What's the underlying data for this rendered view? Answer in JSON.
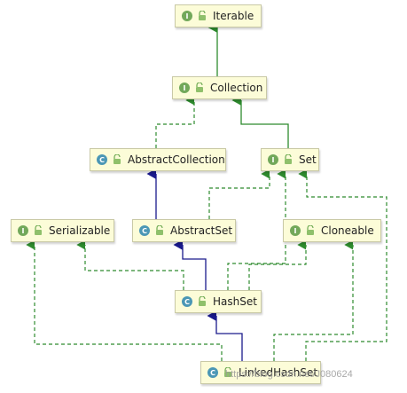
{
  "nodes": {
    "iterable": {
      "label": "Iterable",
      "kind": "I",
      "icon": "interface-icon"
    },
    "collection": {
      "label": "Collection",
      "kind": "I",
      "icon": "interface-icon"
    },
    "abstract_collection": {
      "label": "AbstractCollection",
      "kind": "C",
      "icon": "class-icon"
    },
    "set": {
      "label": "Set",
      "kind": "I",
      "icon": "interface-icon"
    },
    "serializable": {
      "label": "Serializable",
      "kind": "I",
      "icon": "interface-icon"
    },
    "abstract_set": {
      "label": "AbstractSet",
      "kind": "C",
      "icon": "class-icon"
    },
    "cloneable": {
      "label": "Cloneable",
      "kind": "I",
      "icon": "interface-icon"
    },
    "hash_set": {
      "label": "HashSet",
      "kind": "C",
      "icon": "class-icon"
    },
    "linked_hash_set": {
      "label": "LinkedHashSet",
      "kind": "C",
      "icon": "class-icon"
    }
  },
  "edges": [
    {
      "from": "Collection",
      "to": "Iterable",
      "type": "interface-extends"
    },
    {
      "from": "AbstractCollection",
      "to": "Collection",
      "type": "implements"
    },
    {
      "from": "Set",
      "to": "Collection",
      "type": "interface-extends"
    },
    {
      "from": "AbstractSet",
      "to": "AbstractCollection",
      "type": "class-extends"
    },
    {
      "from": "AbstractSet",
      "to": "Set",
      "type": "implements"
    },
    {
      "from": "HashSet",
      "to": "AbstractSet",
      "type": "class-extends"
    },
    {
      "from": "HashSet",
      "to": "Set",
      "type": "implements"
    },
    {
      "from": "HashSet",
      "to": "Serializable",
      "type": "implements"
    },
    {
      "from": "HashSet",
      "to": "Cloneable",
      "type": "implements"
    },
    {
      "from": "LinkedHashSet",
      "to": "HashSet",
      "type": "class-extends"
    },
    {
      "from": "LinkedHashSet",
      "to": "Set",
      "type": "implements"
    },
    {
      "from": "LinkedHashSet",
      "to": "Serializable",
      "type": "implements"
    },
    {
      "from": "LinkedHashSet",
      "to": "Cloneable",
      "type": "implements"
    }
  ],
  "colors": {
    "interface_extends": "#2e8b2e",
    "implements": "#2e8b2e",
    "class_extends": "#1a1a8c",
    "interface_badge": "#72a85a",
    "class_badge": "#4b97b5",
    "node_fill": "#fcfcd8"
  },
  "watermark": "https://blog.csdn.net/J080624"
}
